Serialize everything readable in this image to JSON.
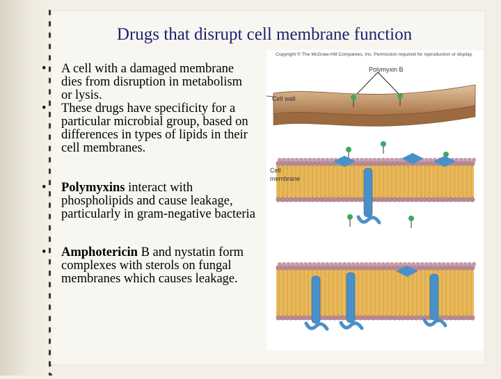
{
  "slide": {
    "title": "Drugs that disrupt cell membrane function",
    "bullets": [
      {
        "parts": [
          {
            "text": "A cell with a damaged membrane dies from disruption in metabolism or lysis.",
            "bold": false
          }
        ]
      },
      {
        "parts": [
          {
            "text": "These drugs have specificity for a particular microbial group, based on differences in types of lipids in their cell membranes.",
            "bold": false
          }
        ]
      },
      {
        "parts": [
          {
            "text": "Polymyxins",
            "bold": true
          },
          {
            "text": " interact with phospholipids and cause leakage, particularly in gram-negative bacteria",
            "bold": false
          }
        ]
      },
      {
        "parts": [
          {
            "text": "Amphotericin",
            "bold": true
          },
          {
            "text": " B and nystatin form complexes with sterols on fungal membranes which causes leakage.",
            "bold": false
          }
        ]
      }
    ],
    "bullet_char": "•"
  },
  "figure": {
    "copyright": "Copyright © The McGraw-Hill Companies, Inc. Permission required for reproduction or display.",
    "label_polymyxin": "Polymyxin B",
    "label_cell_wall": "Cell wall",
    "label_cell_membrane_1": "Cell",
    "label_cell_membrane_2": "membrane"
  },
  "colors": {
    "title": "#1b1f6f",
    "wall": "#c89a6a",
    "lipid_head": "#b98a9a",
    "lipid_tail": "#e8b85a",
    "protein": "#4a90c8",
    "drug": "#3fa860"
  }
}
